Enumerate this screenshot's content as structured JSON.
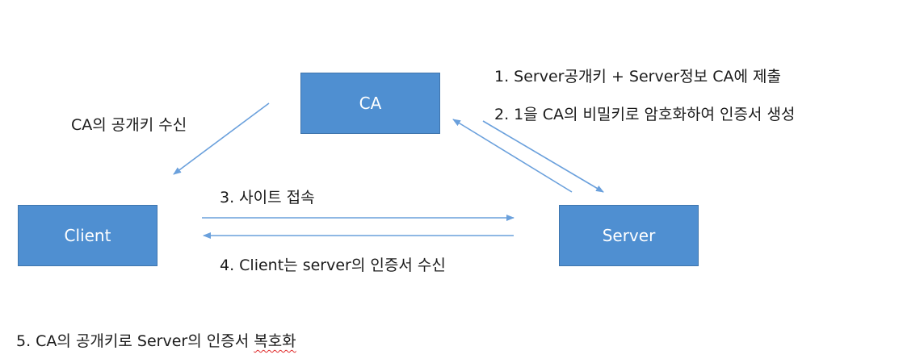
{
  "nodes": {
    "ca": "CA",
    "client": "Client",
    "server": "Server"
  },
  "labels": {
    "step1": "1. Server공개키 + Server정보 CA에 제출",
    "step2": "2. 1을 CA의 비밀키로 암호화하여 인증서 생성",
    "ca_public_key": "CA의 공개키 수신",
    "step3": "3. 사이트 접속",
    "step4": "4. Client는 server의 인증서 수신",
    "step5_prefix": "5. CA의 공개키로 Server의 인증서 ",
    "step5_suffix": "복호화"
  },
  "colors": {
    "node_fill": "#4f8fd1",
    "node_text": "#ffffff",
    "arrow": "#6aa0dc",
    "spellcheck": "#e02b2b"
  }
}
